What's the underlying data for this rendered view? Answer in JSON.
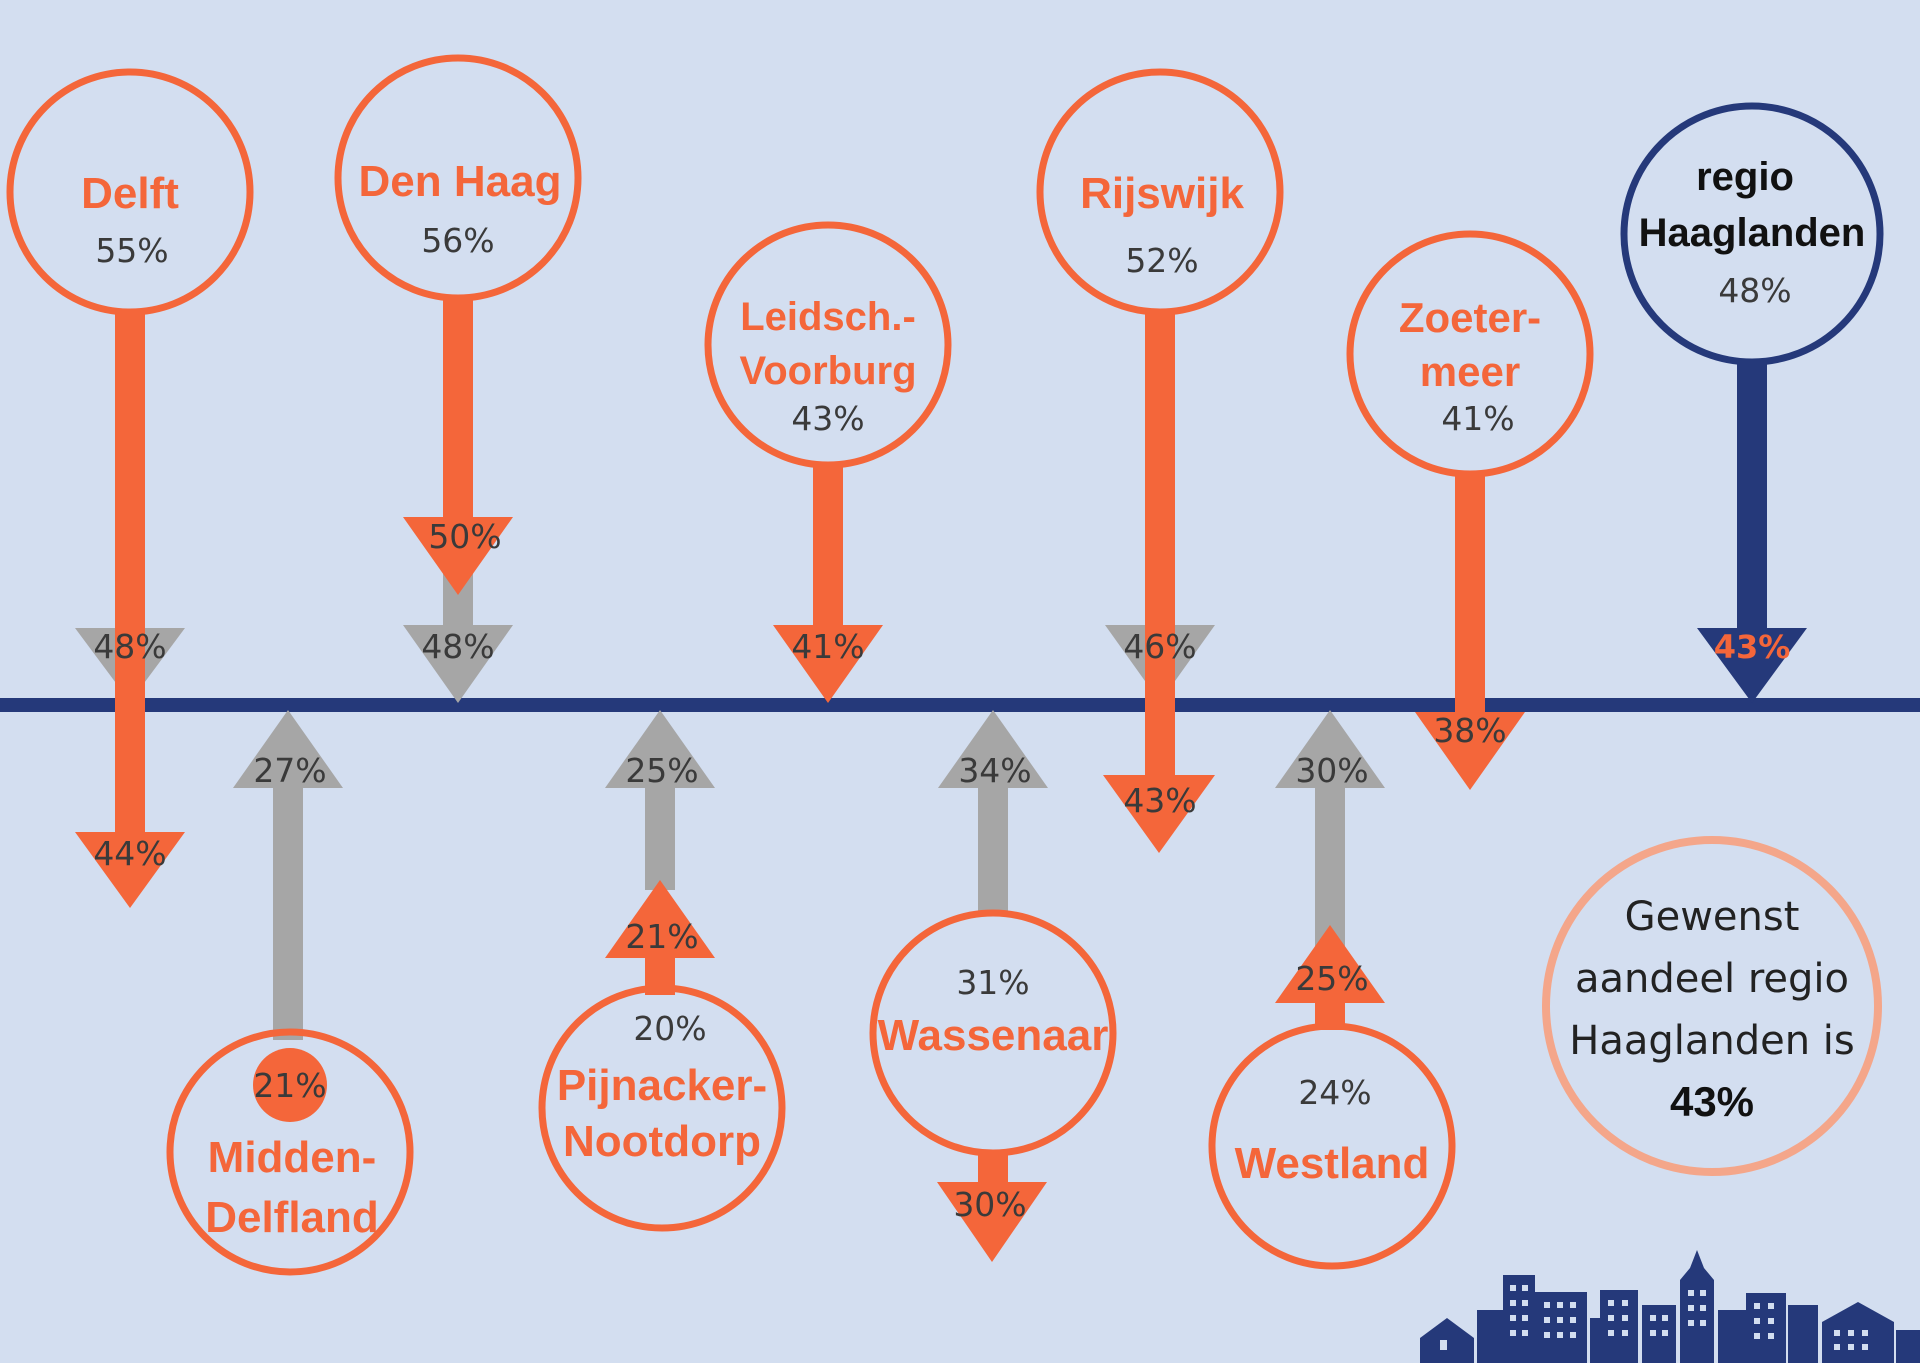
{
  "colors": {
    "background": "#d3def0",
    "orange": "#f4663a",
    "gray": "#a6a6a6",
    "navy": "#25397a",
    "dark_text": "#3a3a3a",
    "note_ring": "#f4a68a"
  },
  "municipalities": [
    {
      "id": "delft",
      "name_lines": [
        "Delft"
      ],
      "circle_value": "55%",
      "gray_value": "48%",
      "orange_value": "44%"
    },
    {
      "id": "den-haag",
      "name_lines": [
        "Den Haag"
      ],
      "circle_value": "56%",
      "gray_value": "48%",
      "orange_value": "50%"
    },
    {
      "id": "midden-delfland",
      "name_lines": [
        "Midden-",
        "Delfland"
      ],
      "circle_value": "21%",
      "gray_value": "27%",
      "orange_value": "21%"
    },
    {
      "id": "pijnacker-nootdorp",
      "name_lines": [
        "Pijnacker-",
        "Nootdorp"
      ],
      "circle_value": "20%",
      "gray_value": "25%",
      "orange_value": "21%"
    },
    {
      "id": "leidschendam-voorburg",
      "name_lines": [
        "Leidsch.-",
        "Voorburg"
      ],
      "circle_value": "43%",
      "orange_value": "41%"
    },
    {
      "id": "wassenaar",
      "name_lines": [
        "Wassenaar"
      ],
      "circle_value": "31%",
      "gray_value": "34%",
      "orange_value": "30%"
    },
    {
      "id": "rijswijk",
      "name_lines": [
        "Rijswijk"
      ],
      "circle_value": "52%",
      "gray_value": "46%",
      "orange_value": "43%"
    },
    {
      "id": "westland",
      "name_lines": [
        "Westland"
      ],
      "circle_value": "24%",
      "gray_value": "30%",
      "orange_value": "25%"
    },
    {
      "id": "zoetermeer",
      "name_lines": [
        "Zoeter-",
        "meer"
      ],
      "circle_value": "41%",
      "orange_value": "38%"
    }
  ],
  "region": {
    "name_lines": [
      "regio",
      "Haaglanden"
    ],
    "circle_value": "48%",
    "arrow_value": "43%"
  },
  "note": {
    "lines": [
      "Gewenst",
      "aandeel regio",
      "Haaglanden is"
    ],
    "value": "43%"
  },
  "icons": [
    "city-skyline-icon"
  ]
}
